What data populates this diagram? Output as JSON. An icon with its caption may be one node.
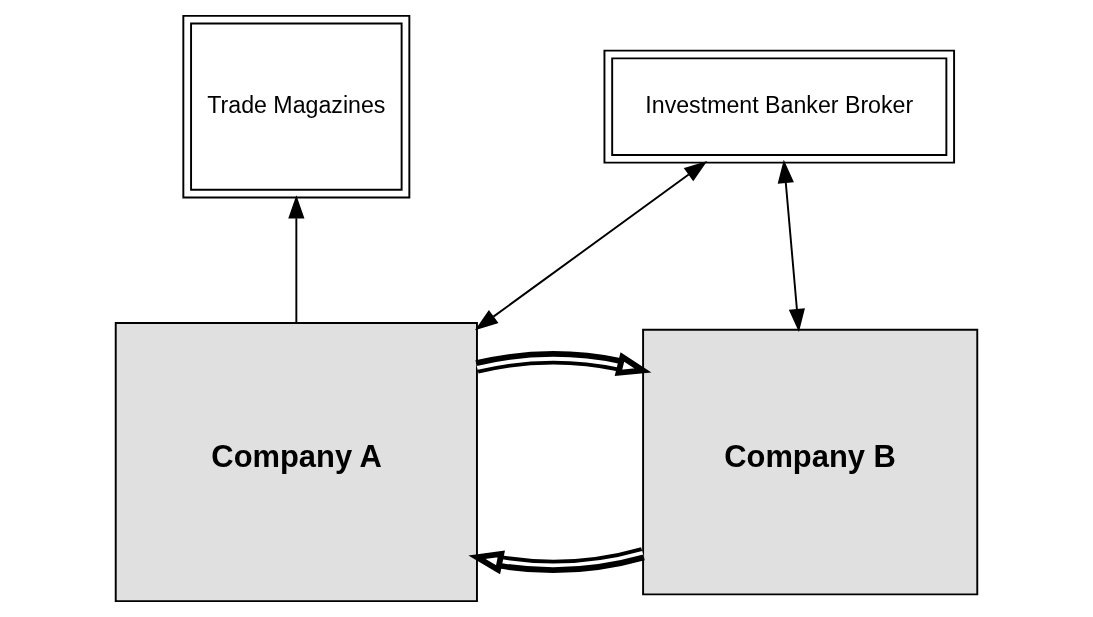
{
  "diagram": {
    "nodes": [
      {
        "text": [
          "Trade Magazines"
        ]
      },
      {
        "text": [
          "Investment Banker Broker"
        ]
      },
      {
        "text": [
          "Company A"
        ]
      },
      {
        "text": [
          "Company B"
        ]
      }
    ],
    "edges": [
      {
        "from": 2,
        "to": 0,
        "arrow": "to"
      },
      {
        "from": 1,
        "to": 2,
        "arrow": "both"
      },
      {
        "from": 1,
        "to": 3,
        "arrow": "both"
      },
      {
        "from": 3,
        "to": 2,
        "arrow": "to",
        "style": "thick"
      },
      {
        "from": 2,
        "to": 3,
        "arrow": "to",
        "style": "thick"
      }
    ]
  }
}
